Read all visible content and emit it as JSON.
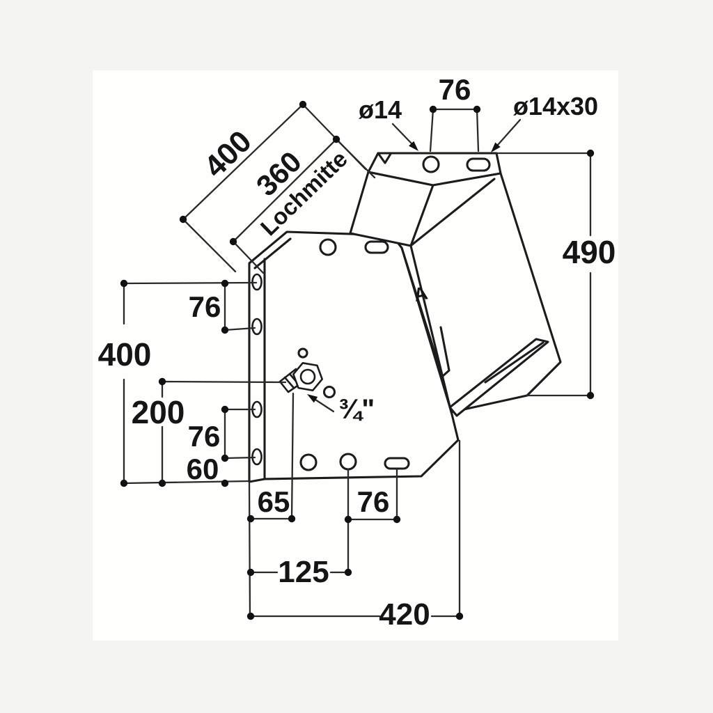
{
  "drawing": {
    "type": "technical-dimension-drawing",
    "canvas_color": "#fefefc",
    "page_color": "#f4f4f2",
    "line_color": "#1c1c1c",
    "dimensions": {
      "diagonal_overall": "400",
      "diagonal_hole_centers": "360",
      "diagonal_note": "Lochmitte",
      "hole_diameter": "ø14",
      "top_hole_pitch": "76",
      "slot_size": "ø14x30",
      "height_right": "490",
      "left_pitch_upper": "76",
      "left_overall": "400",
      "left_center": "200",
      "left_pitch_lower": "76",
      "left_bottom": "60",
      "bottom_offset": "65",
      "bottom_pitch": "76",
      "bottom_center": "125",
      "bottom_overall": "420",
      "thread_size": "¾\"",
      "view_label": "A"
    }
  }
}
